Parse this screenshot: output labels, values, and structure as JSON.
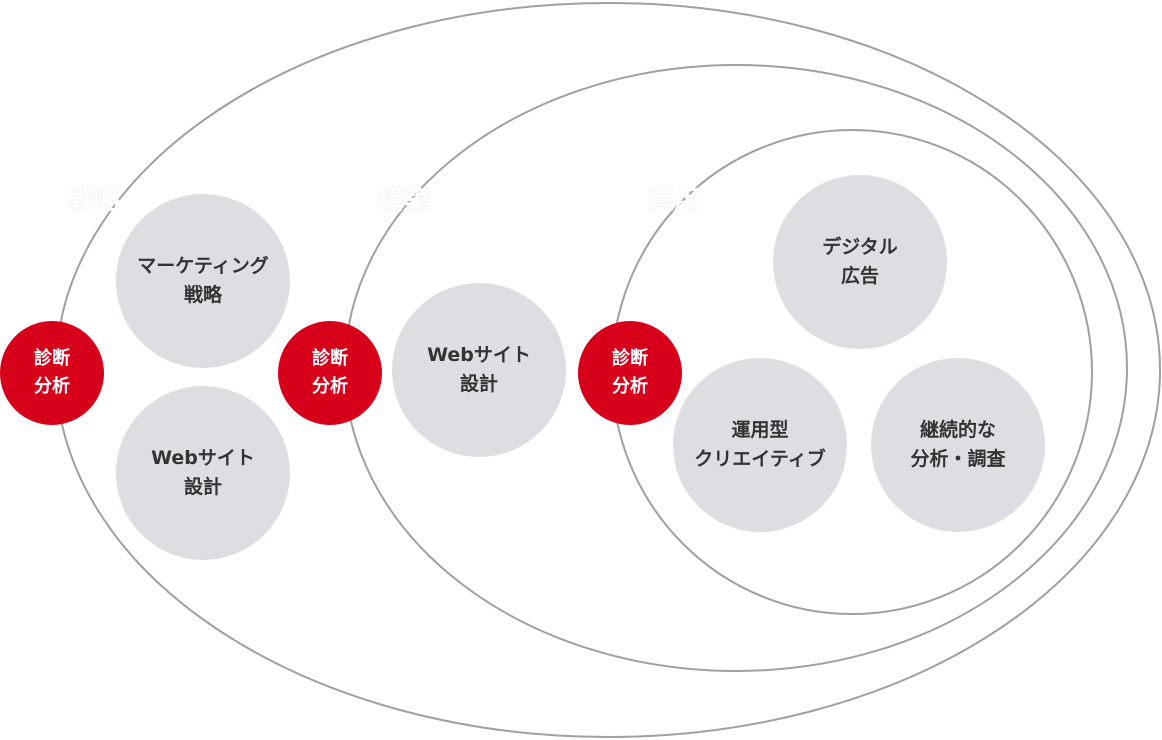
{
  "phases": [
    {
      "label": "戦略"
    },
    {
      "label": "構築"
    },
    {
      "label": "運用"
    }
  ],
  "diagnosis": {
    "line1": "診断",
    "line2": "分析"
  },
  "services": [
    {
      "line1": "マーケティング",
      "line2": "戦略"
    },
    {
      "line1": "Webサイト",
      "line2": "設計"
    },
    {
      "line1": "Webサイト",
      "line2": "設計"
    },
    {
      "line1": "デジタル",
      "line2": "広告"
    },
    {
      "line1": "運用型",
      "line2": "クリエイティブ"
    },
    {
      "line1": "継続的な",
      "line2": "分析・調査"
    }
  ],
  "colors": {
    "accent": "#d7001a",
    "bubble": "#dcdee1",
    "ring": "#a0a0a0"
  }
}
